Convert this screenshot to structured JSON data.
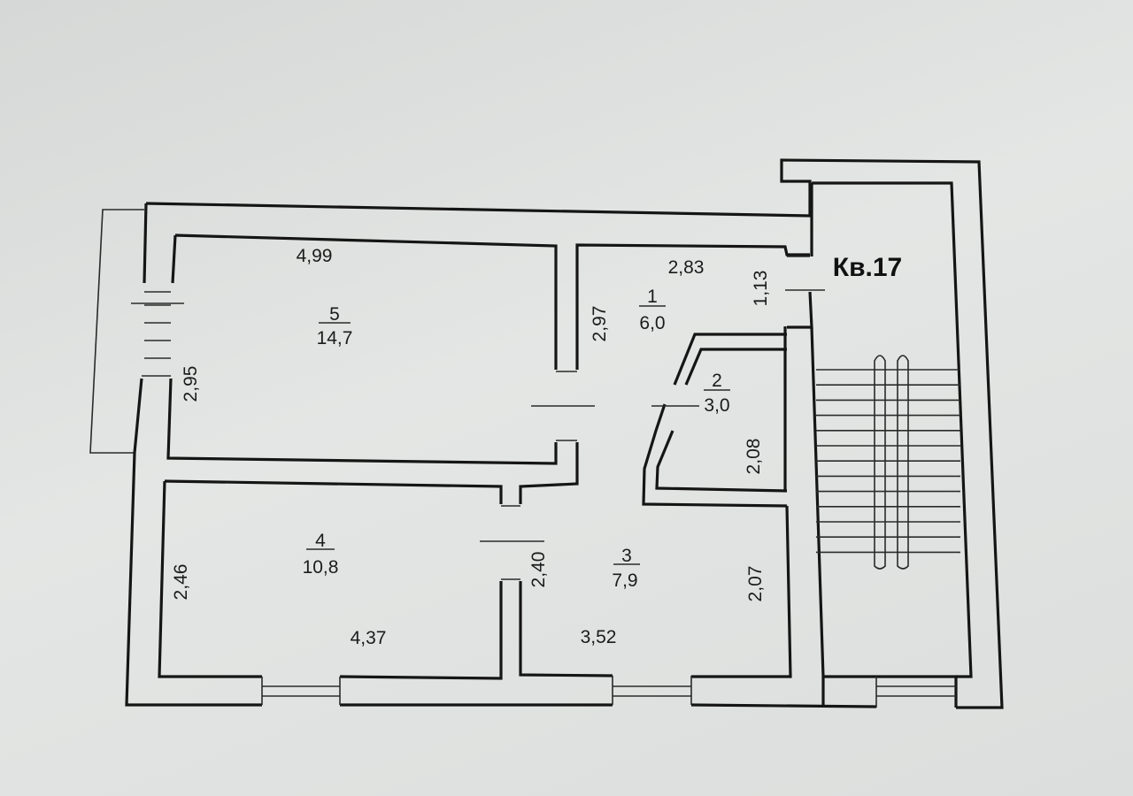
{
  "apartment": {
    "label": "Кв.17"
  },
  "rooms": [
    {
      "number": "1",
      "area": "6,0"
    },
    {
      "number": "2",
      "area": "3,0"
    },
    {
      "number": "3",
      "area": "7,9"
    },
    {
      "number": "4",
      "area": "10,8"
    },
    {
      "number": "5",
      "area": "14,7"
    }
  ],
  "dimensions": {
    "room5_width": "4,99",
    "room5_height": "2,95",
    "room1_width": "2,83",
    "room1_height": "2,97",
    "passage_width": "1,13",
    "room2_height": "2,08",
    "room4_height": "2,46",
    "room4_width": "4,37",
    "room3_depth": "2,40",
    "room3_height": "2,07",
    "room3_width": "3,52"
  },
  "colors": {
    "background": "#dfe1e0",
    "line": "#151515"
  }
}
